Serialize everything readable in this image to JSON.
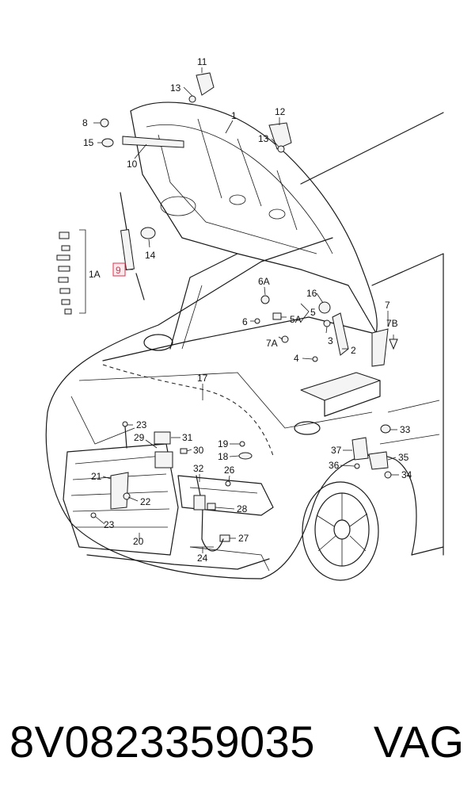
{
  "diagram": {
    "callouts": [
      {
        "id": "c-11",
        "label": "11"
      },
      {
        "id": "c-13a",
        "label": "13"
      },
      {
        "id": "c-1",
        "label": "1"
      },
      {
        "id": "c-12",
        "label": "12"
      },
      {
        "id": "c-8",
        "label": "8"
      },
      {
        "id": "c-13b",
        "label": "13"
      },
      {
        "id": "c-15",
        "label": "15"
      },
      {
        "id": "c-10",
        "label": "10"
      },
      {
        "id": "c-14",
        "label": "14"
      },
      {
        "id": "c-9",
        "label": "9"
      },
      {
        "id": "c-1a",
        "label": "1A"
      },
      {
        "id": "c-6a",
        "label": "6A"
      },
      {
        "id": "c-16",
        "label": "16"
      },
      {
        "id": "c-7",
        "label": "7"
      },
      {
        "id": "c-6",
        "label": "6"
      },
      {
        "id": "c-5a",
        "label": "5A"
      },
      {
        "id": "c-5",
        "label": "5"
      },
      {
        "id": "c-7b",
        "label": "7B"
      },
      {
        "id": "c-3",
        "label": "3"
      },
      {
        "id": "c-7a",
        "label": "7A"
      },
      {
        "id": "c-2",
        "label": "2"
      },
      {
        "id": "c-4",
        "label": "4"
      },
      {
        "id": "c-17",
        "label": "17"
      },
      {
        "id": "c-23a",
        "label": "23"
      },
      {
        "id": "c-29",
        "label": "29"
      },
      {
        "id": "c-31",
        "label": "31"
      },
      {
        "id": "c-19",
        "label": "19"
      },
      {
        "id": "c-30",
        "label": "30"
      },
      {
        "id": "c-18",
        "label": "18"
      },
      {
        "id": "c-33",
        "label": "33"
      },
      {
        "id": "c-37",
        "label": "37"
      },
      {
        "id": "c-35",
        "label": "35"
      },
      {
        "id": "c-36",
        "label": "36"
      },
      {
        "id": "c-34",
        "label": "34"
      },
      {
        "id": "c-32",
        "label": "32"
      },
      {
        "id": "c-26",
        "label": "26"
      },
      {
        "id": "c-21",
        "label": "21"
      },
      {
        "id": "c-22",
        "label": "22"
      },
      {
        "id": "c-28",
        "label": "28"
      },
      {
        "id": "c-23b",
        "label": "23"
      },
      {
        "id": "c-20",
        "label": "20"
      },
      {
        "id": "c-27",
        "label": "27"
      },
      {
        "id": "c-24",
        "label": "24"
      }
    ],
    "highlighted_part": "9",
    "highlight_color": "#e0304e"
  },
  "footer": {
    "part_number": "8V0823359035",
    "brand": "VAG"
  }
}
